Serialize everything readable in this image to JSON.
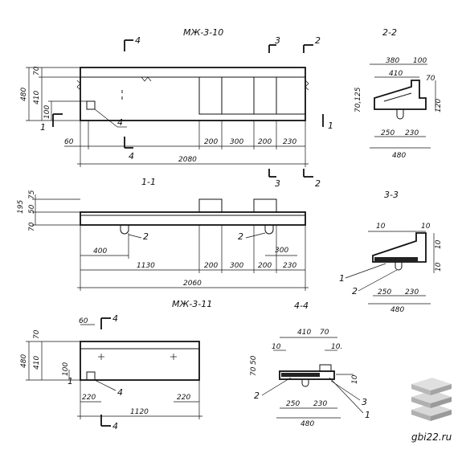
{
  "titles": {
    "top": "МЖ-3-10",
    "section_1": "1-1",
    "section_2": "2-2",
    "section_3": "3-3",
    "section_4": "4-4",
    "bottom": "МЖ-3-11"
  },
  "cut_marks": {
    "c4": "4",
    "c3": "3",
    "c2": "2",
    "c1": "1"
  },
  "dims": {
    "d480": "480",
    "d410": "410",
    "d70": "70",
    "d100": "100",
    "d60": "60",
    "d200": "200",
    "d300": "300",
    "d230": "230",
    "d2080": "2080",
    "d2060": "2060",
    "d380": "380",
    "d120": "120",
    "d250": "250",
    "d195": "195",
    "d75": "75",
    "d50": "50",
    "d400": "400",
    "d1130": "1130",
    "d300u": "300",
    "d10": "10",
    "d10dot": "10.",
    "d10a": "10",
    "d220": "220",
    "d1120": "1120",
    "d70_125": "70,125"
  },
  "callouts": {
    "n1": "1",
    "n2": "2",
    "n3": "3",
    "n4": "4"
  },
  "watermark": {
    "site": "gbi22.ru",
    "logo_icon": "stacked-slabs-icon"
  }
}
